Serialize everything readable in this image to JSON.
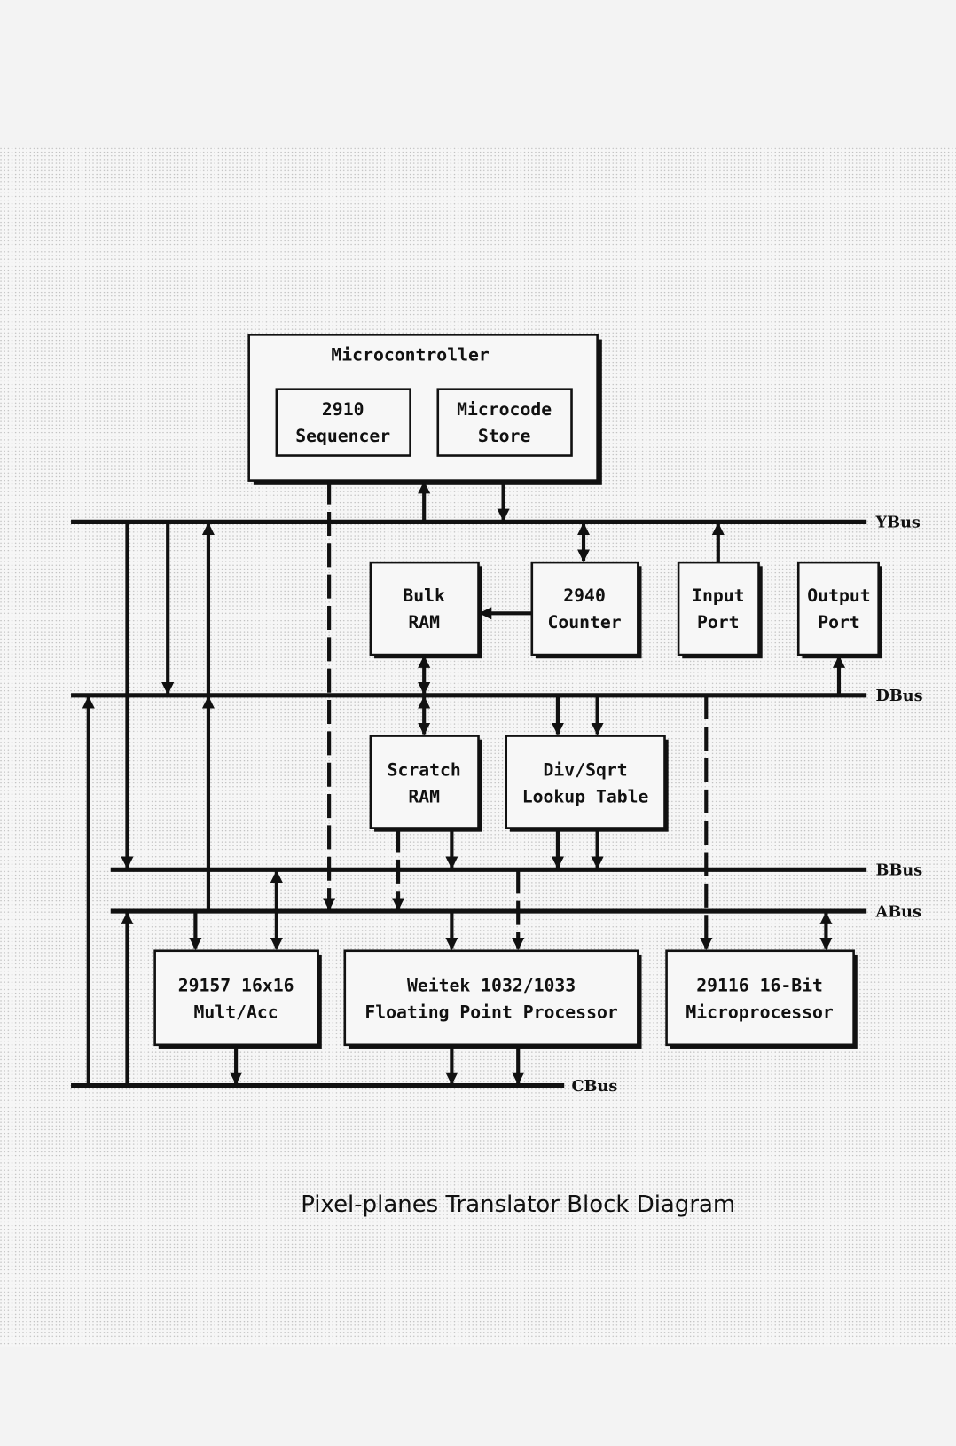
{
  "caption": "Pixel-planes Translator Block Diagram",
  "microcontroller": {
    "title": "Microcontroller",
    "sequencer": [
      "2910",
      "Sequencer"
    ],
    "microcode_store": [
      "Microcode",
      "Store"
    ]
  },
  "blocks": {
    "bulk_ram": [
      "Bulk",
      "RAM"
    ],
    "counter": [
      "2940",
      "Counter"
    ],
    "input_port": [
      "Input",
      "Port"
    ],
    "output_port": [
      "Output",
      "Port"
    ],
    "scratch_ram": [
      "Scratch",
      "RAM"
    ],
    "div_sqrt": [
      "Div/Sqrt",
      "Lookup Table"
    ],
    "mult_acc": [
      "29157 16x16",
      "Mult/Acc"
    ],
    "fpp": [
      "Weitek 1032/1033",
      "Floating Point Processor"
    ],
    "microprocessor": [
      "29116 16-Bit",
      "Microprocessor"
    ]
  },
  "buses": {
    "ybus": "YBus",
    "dbus": "DBus",
    "bbus": "BBus",
    "abus": "ABus",
    "cbus": "CBus"
  }
}
